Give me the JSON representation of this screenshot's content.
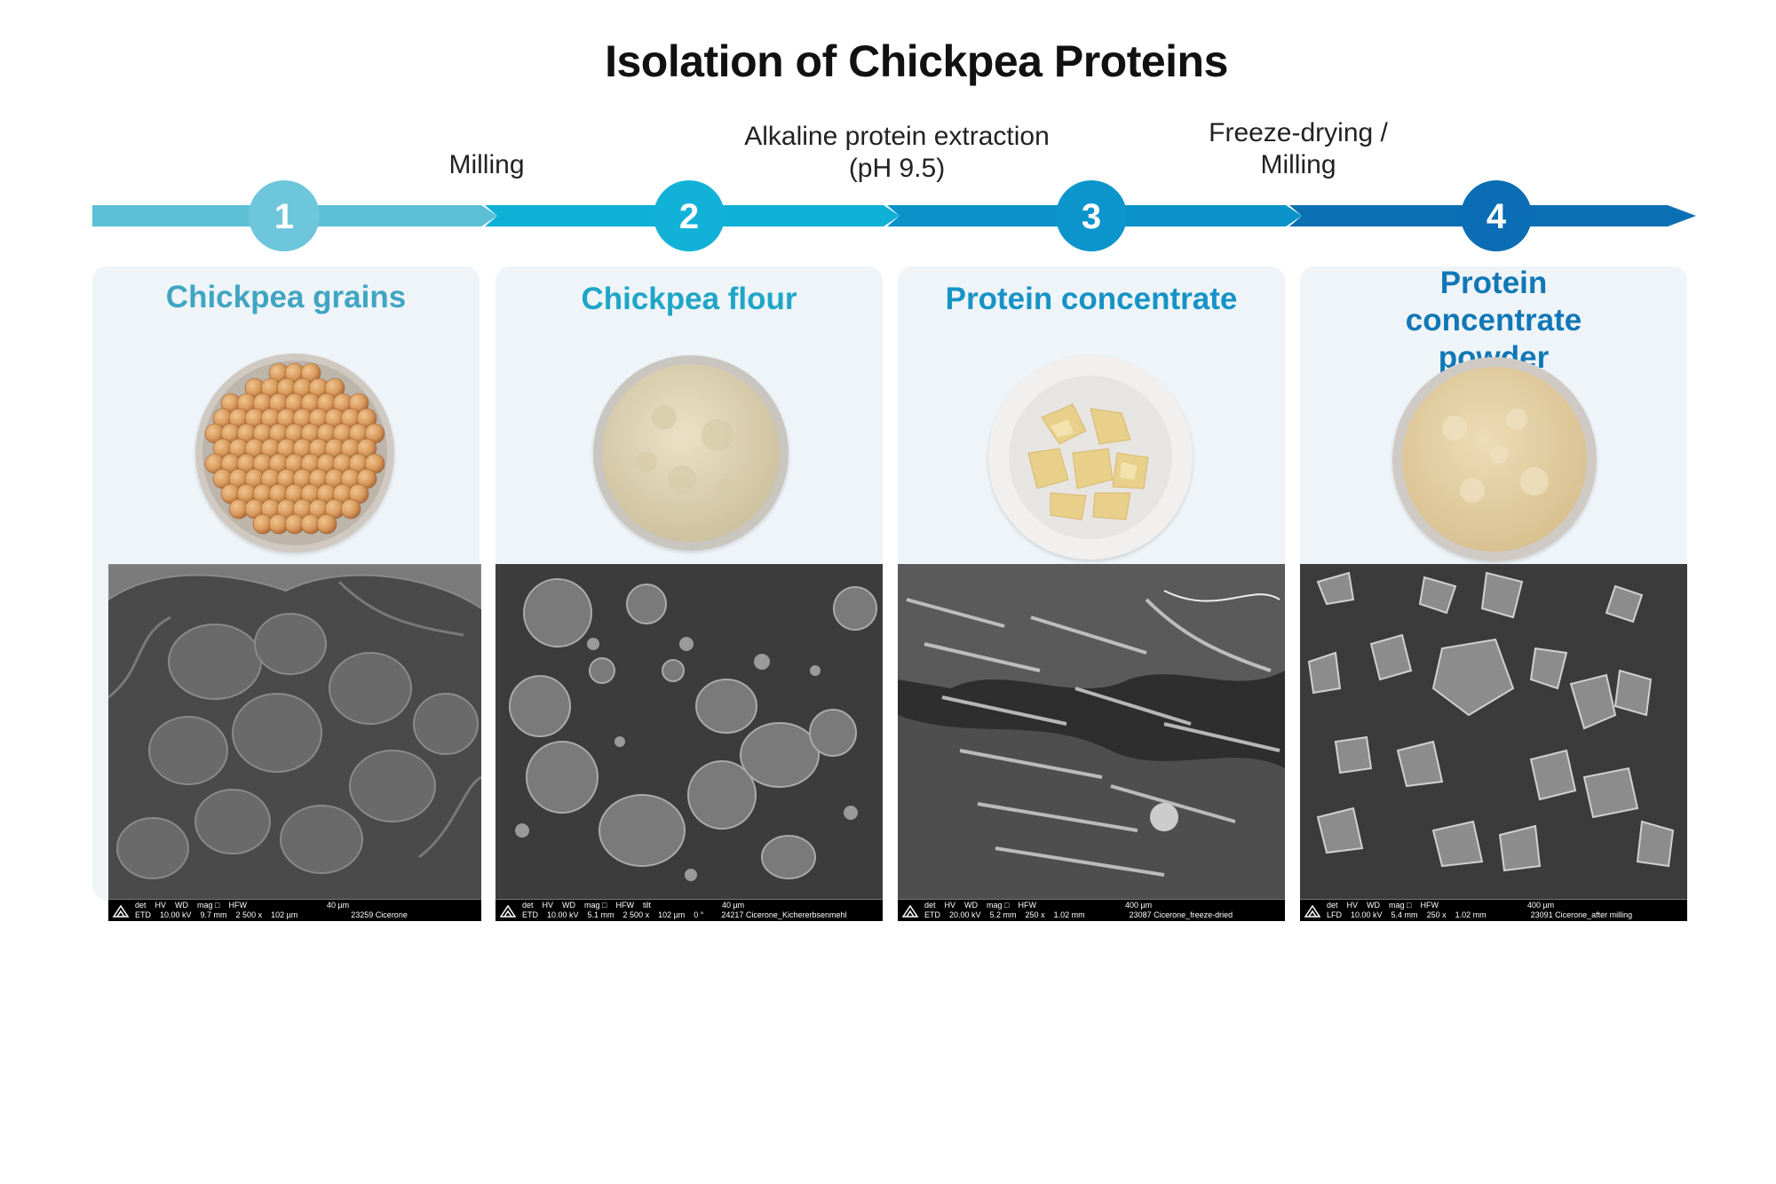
{
  "title": "Isolation of Chickpea Proteins",
  "steps": [
    {
      "number": "1",
      "name": "Chickpea grains",
      "color": "#5bbfd6",
      "circle": "#6ec6dc",
      "title_color": "#3fa5c2",
      "sem": {
        "headers": [
          "det",
          "HV",
          "WD",
          "mag □",
          "HFW",
          "",
          "40 µm"
        ],
        "values": [
          "ETD",
          "10.00 kV",
          "9.7 mm",
          "2 500 x",
          "102 µm",
          "",
          "23259 Cicerone"
        ]
      }
    },
    {
      "number": "2",
      "name": "Chickpea flour",
      "color": "#0fb0d6",
      "circle": "#12b2d8",
      "title_color": "#1ea6c7",
      "sem": {
        "headers": [
          "det",
          "HV",
          "WD",
          "mag □",
          "HFW",
          "tilt",
          "40 µm"
        ],
        "values": [
          "ETD",
          "10.00 kV",
          "5.1 mm",
          "2 500 x",
          "102 µm",
          "0 °",
          "24217 Cicerone_Kichererbsenmehl"
        ]
      }
    },
    {
      "number": "3",
      "name": "Protein concentrate",
      "color": "#0a92c9",
      "circle": "#0b95cc",
      "title_color": "#1693c6",
      "sem": {
        "headers": [
          "det",
          "HV",
          "WD",
          "mag □",
          "HFW",
          "",
          "400 µm"
        ],
        "values": [
          "ETD",
          "20.00 kV",
          "5.2 mm",
          "250 x",
          "1.02 mm",
          "",
          "23087 Cicerone_freeze-dried"
        ]
      }
    },
    {
      "number": "4",
      "name": "Protein concentrate powder",
      "color": "#0a6fb3",
      "circle": "#0b6db3",
      "title_color": "#1177b6",
      "sem": {
        "headers": [
          "det",
          "HV",
          "WD",
          "mag □",
          "HFW",
          "",
          "400 µm"
        ],
        "values": [
          "LFD",
          "10.00 kV",
          "5.4 mm",
          "250 x",
          "1.02 mm",
          "",
          "23091 Cicerone_after milling"
        ]
      }
    }
  ],
  "transitions": [
    {
      "label": "Milling"
    },
    {
      "label": "Alkaline protein extraction\n(pH 9.5)"
    },
    {
      "label": "Freeze-drying /\nMilling"
    }
  ]
}
